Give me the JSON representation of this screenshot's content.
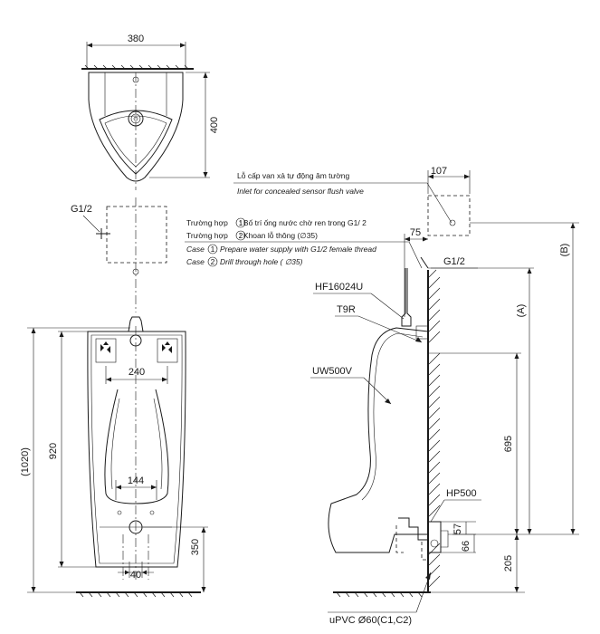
{
  "top_view": {
    "width_dim": "380",
    "depth_dim": "400"
  },
  "front_view": {
    "inlet_label": "G1/2",
    "spacing_top": "240",
    "spacing_mid": "144",
    "spacing_bottom": "40",
    "height_920": "920",
    "height_1020": "(1020)",
    "height_350": "350"
  },
  "notes": {
    "inlet_vi": "Lỗ cấp van xả tự động âm tường",
    "inlet_en": "Inlet for concealed sensor flush valve",
    "case1_vi_prefix": "Trường hợp ",
    "case1_vi_text": ": Bố trí ống nước chờ ren trong G1/ 2",
    "case2_vi_prefix": "Trường hợp ",
    "case2_vi_text": ": Khoan lỗ thông (∅35)",
    "case1_en_prefix": "Case ",
    "case1_en_text": ": Prepare water supply with G1/2 female thread",
    "case2_en_prefix": "Case ",
    "case2_en_text": ": Drill through hole ( ∅35)",
    "num1": "1",
    "num2": "2"
  },
  "side_view": {
    "dim_107": "107",
    "dim_75": "75",
    "g12_label": "G1/2",
    "part_valve": "HF16024U",
    "part_t9r": "T9R",
    "part_urinal": "UW500V",
    "part_hp": "HP500",
    "dim_a": "(A)",
    "dim_b": "(B)",
    "dim_695": "695",
    "dim_205": "205",
    "dim_57": "57",
    "dim_66": "66",
    "pipe_label": "uPVC Ø60(C1,C2)"
  }
}
